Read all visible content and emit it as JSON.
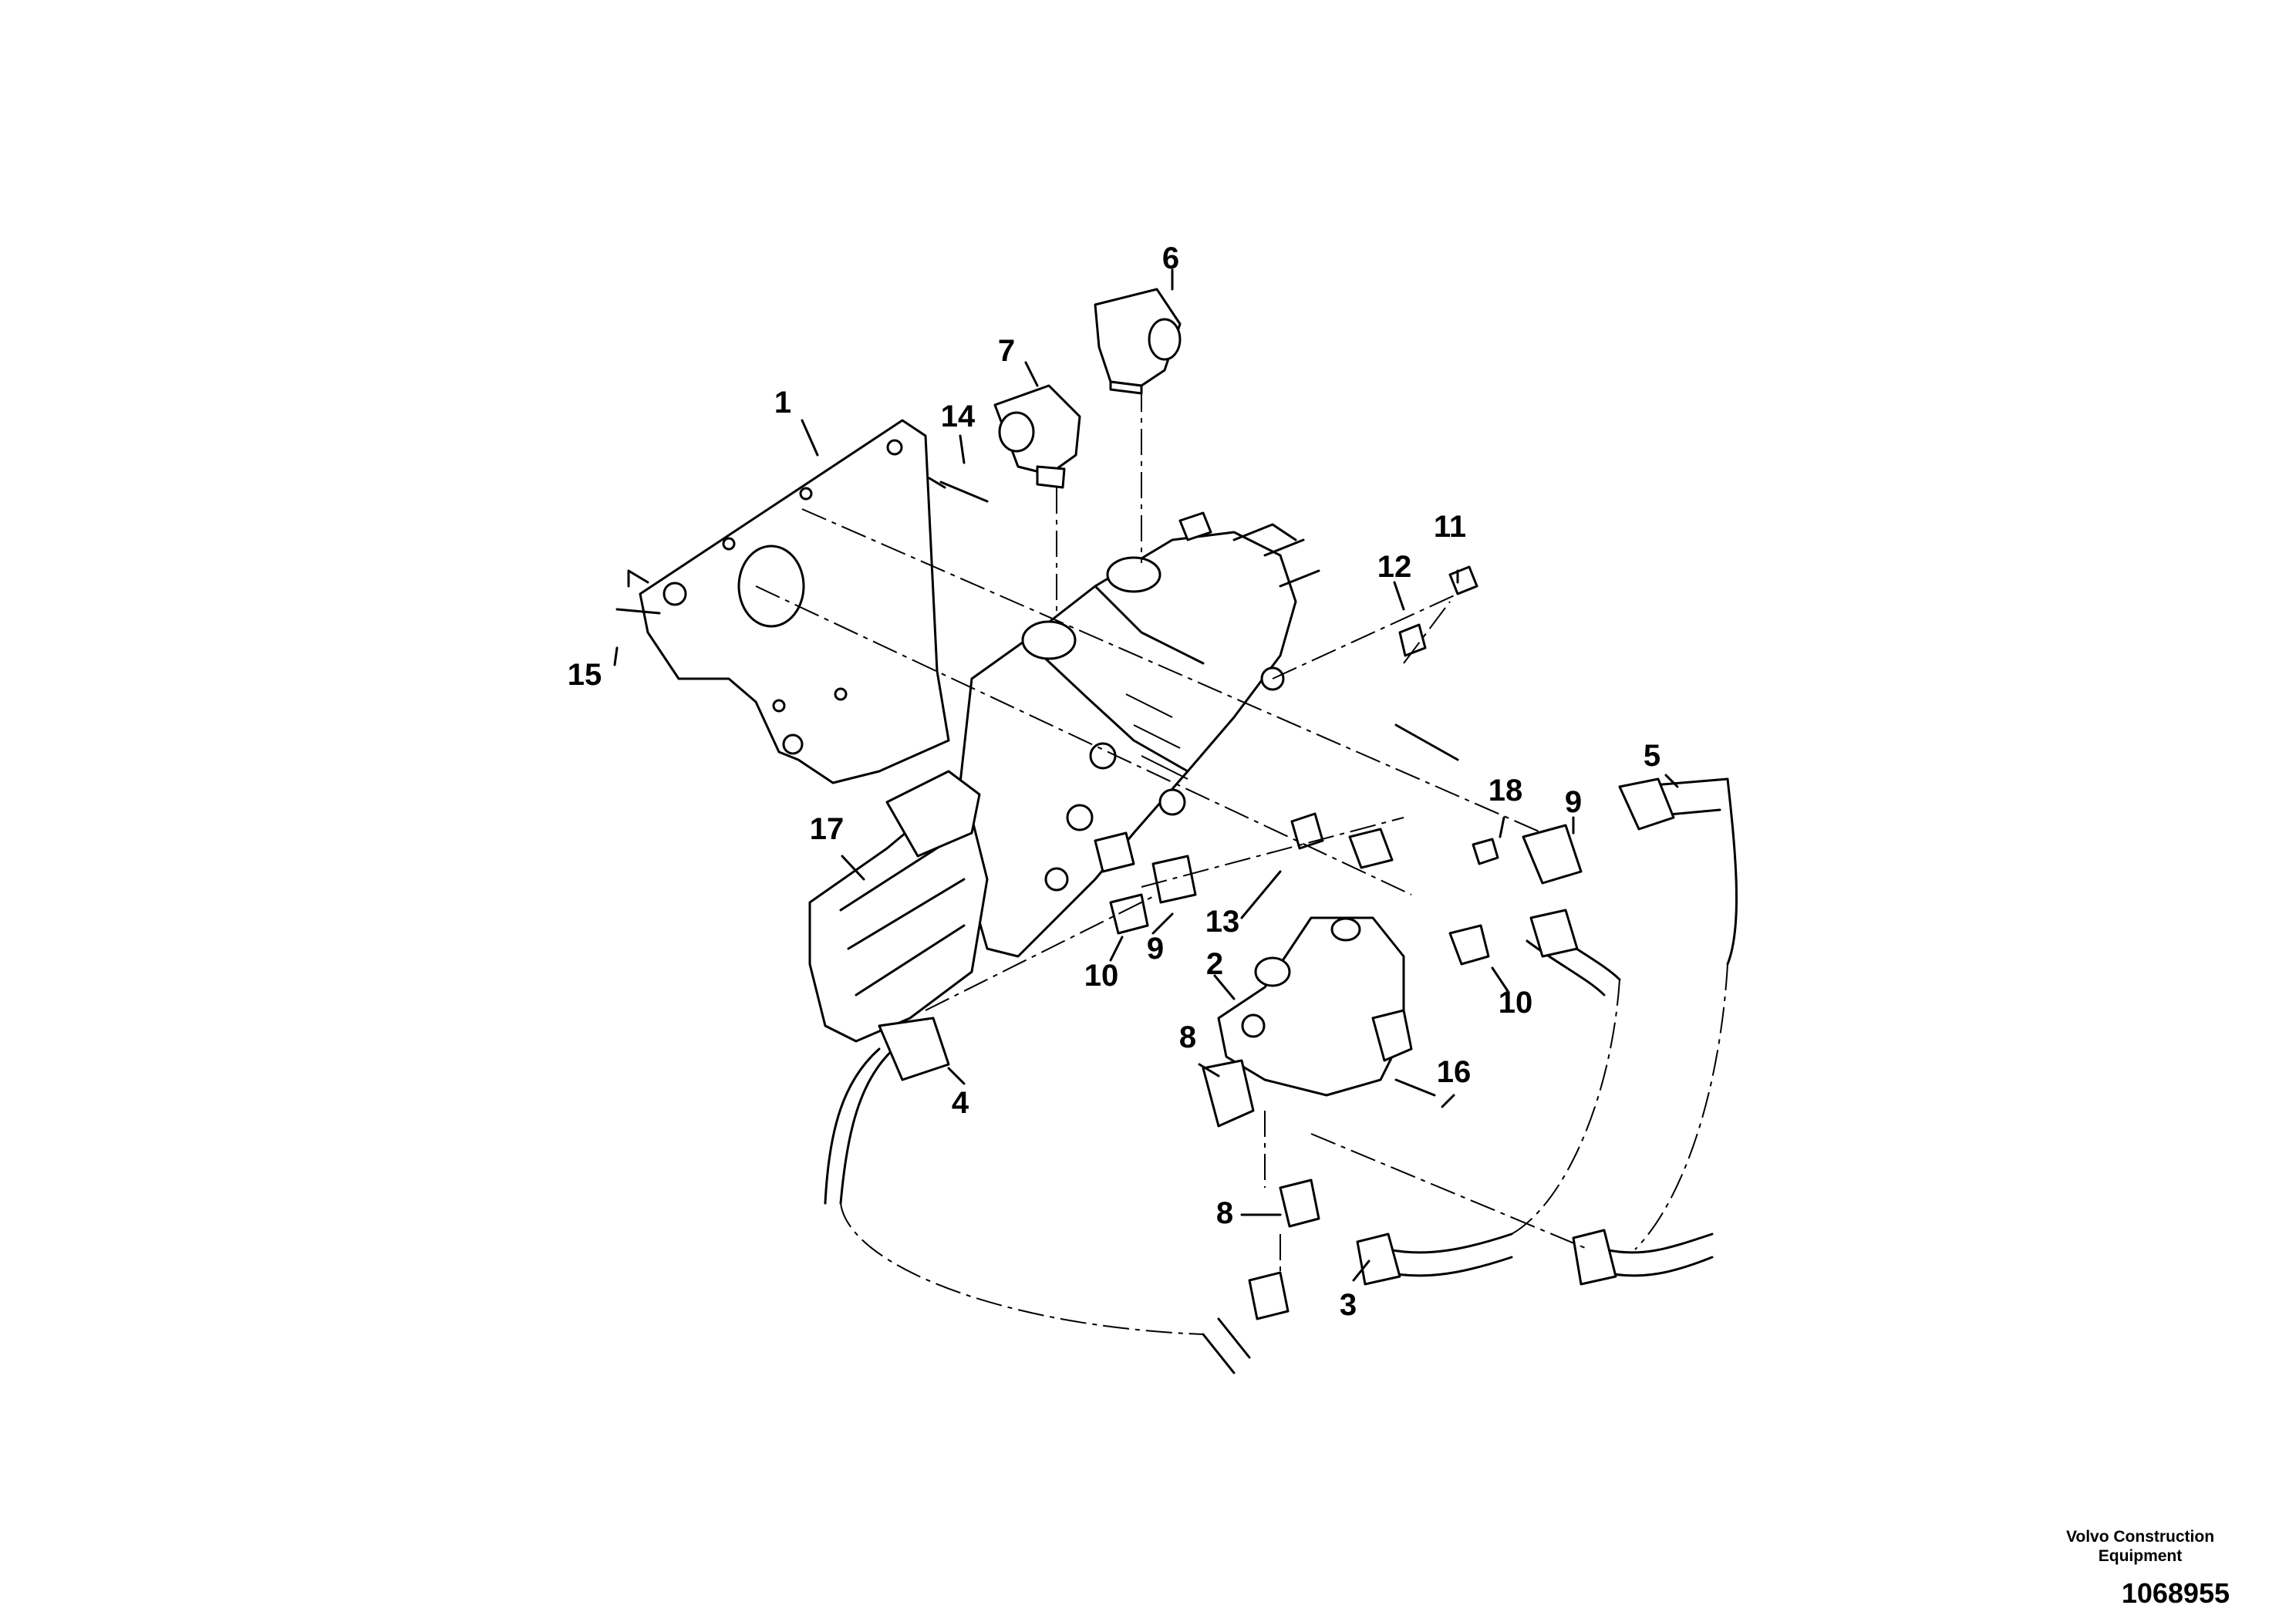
{
  "diagram": {
    "callouts": [
      {
        "id": "c1",
        "label": "1"
      },
      {
        "id": "c2",
        "label": "2"
      },
      {
        "id": "c3",
        "label": "3"
      },
      {
        "id": "c4",
        "label": "4"
      },
      {
        "id": "c5",
        "label": "5"
      },
      {
        "id": "c6",
        "label": "6"
      },
      {
        "id": "c7",
        "label": "7"
      },
      {
        "id": "c8a",
        "label": "8"
      },
      {
        "id": "c8b",
        "label": "8"
      },
      {
        "id": "c9a",
        "label": "9"
      },
      {
        "id": "c9b",
        "label": "9"
      },
      {
        "id": "c10a",
        "label": "10"
      },
      {
        "id": "c10b",
        "label": "10"
      },
      {
        "id": "c11",
        "label": "11"
      },
      {
        "id": "c12",
        "label": "12"
      },
      {
        "id": "c13",
        "label": "13"
      },
      {
        "id": "c14",
        "label": "14"
      },
      {
        "id": "c15",
        "label": "15"
      },
      {
        "id": "c16",
        "label": "16"
      },
      {
        "id": "c17",
        "label": "17"
      },
      {
        "id": "c18",
        "label": "18"
      }
    ]
  },
  "footer": {
    "brand_line1": "Volvo Construction",
    "brand_line2": "Equipment",
    "drawing_number": "1068955"
  }
}
